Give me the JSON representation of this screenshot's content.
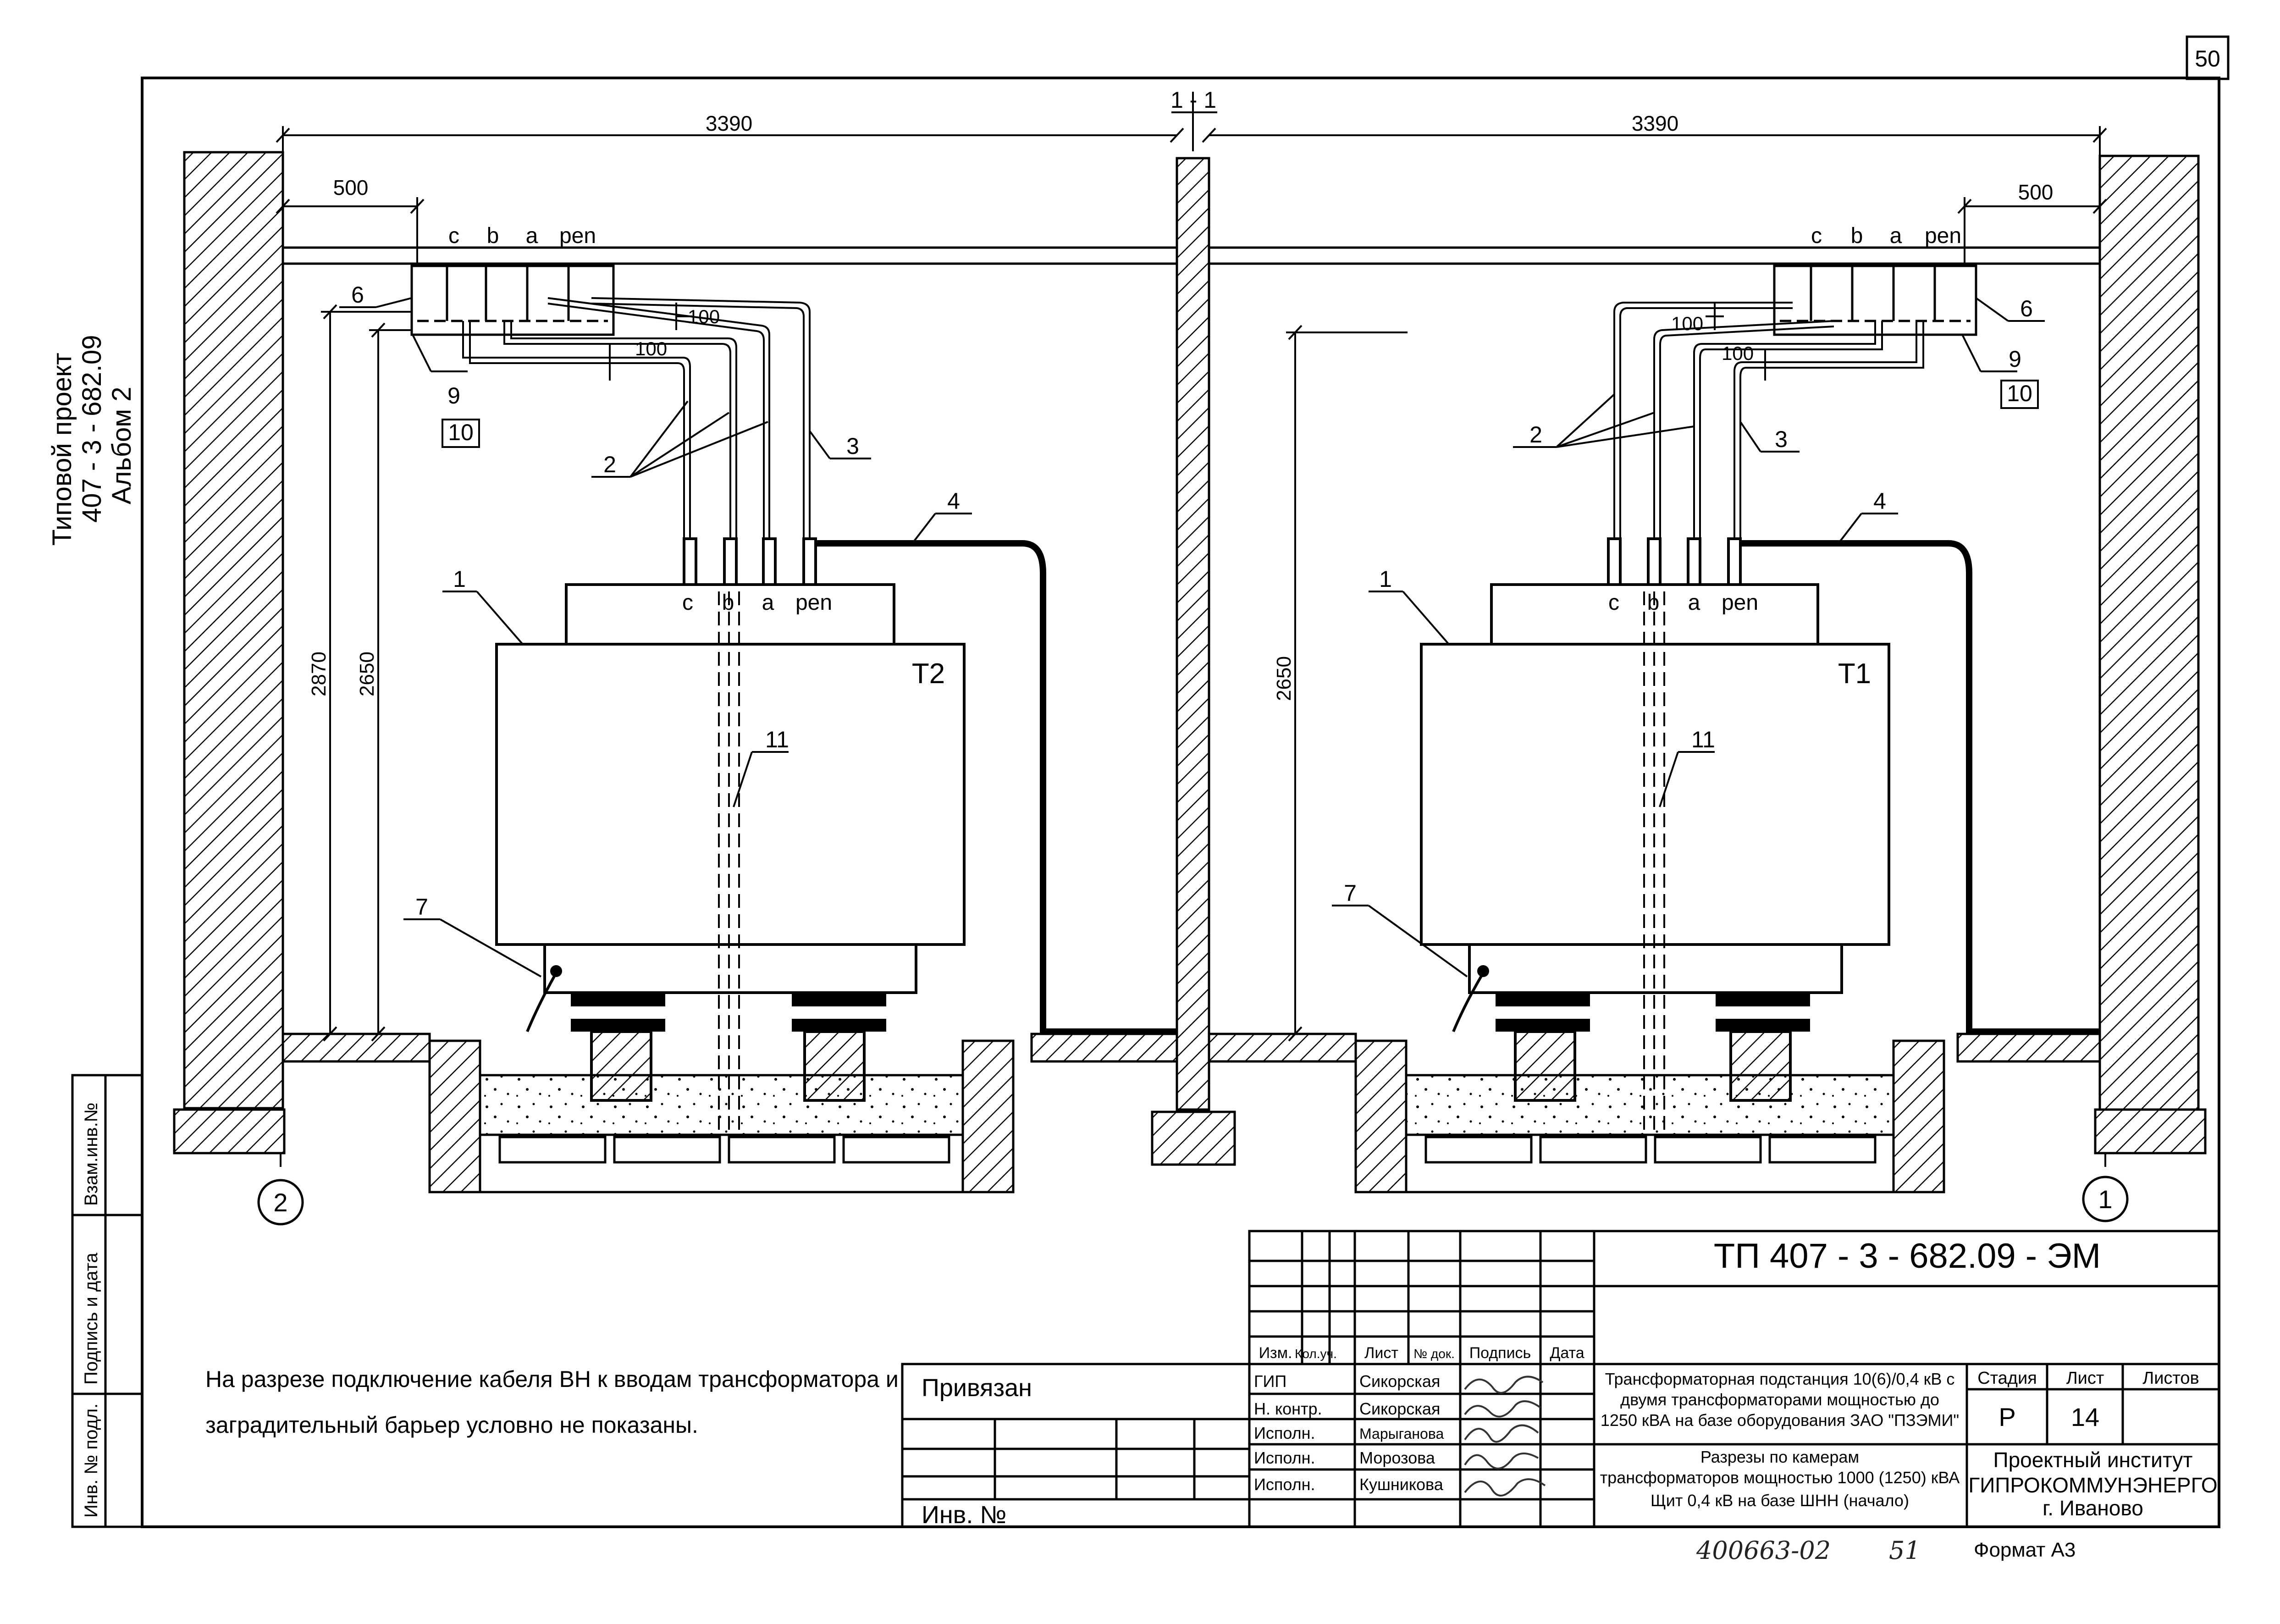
{
  "sheet": {
    "page_number": "50",
    "section_label": "1 - 1",
    "project_label": [
      "Типовой проект",
      "407 - 3 - 682.09",
      "Альбом 2"
    ],
    "left_stamp": [
      "Взам.инв.№",
      "Подпись и дата",
      "Инв. № подл."
    ]
  },
  "dimensions": {
    "left_width": "3390",
    "right_width": "3390",
    "left_offset": "500",
    "right_offset": "500",
    "height_2870": "2870",
    "height_2650": "2650",
    "right_height_2650": "2650",
    "gap_100": "100"
  },
  "axes": {
    "left": "2",
    "right": "1"
  },
  "transformers": {
    "left": {
      "name": "T2",
      "phases": [
        "c",
        "b",
        "a",
        "pen"
      ],
      "busbar_phases": [
        "c",
        "b",
        "a",
        "pen"
      ]
    },
    "right": {
      "name": "T1",
      "phases": [
        "c",
        "b",
        "a",
        "pen"
      ],
      "busbar_phases": [
        "c",
        "b",
        "a",
        "pen"
      ]
    }
  },
  "callouts": {
    "n1": "1",
    "n2": "2",
    "n3": "3",
    "n4": "4",
    "n6": "6",
    "n7": "7",
    "n9": "9",
    "n10": "10",
    "n11": "11"
  },
  "note": [
    "На разрезе подключение кабеля ВН к вводам трансформатора и",
    "заградительный барьер условно не показаны."
  ],
  "privyazan": {
    "label": "Привязан",
    "inv_label": "Инв. №"
  },
  "title_block": {
    "doc_code": "ТП  407 - 3 - 682.09 - ЭМ",
    "headers": [
      "Изм.",
      "Кол.уч.",
      "Лист",
      "№ док.",
      "Подпись",
      "Дата"
    ],
    "people": [
      {
        "role": "ГИП",
        "name": "Сикорская"
      },
      {
        "role": "Н. контр.",
        "name": "Сикорская"
      },
      {
        "role": "Исполн.",
        "name": "Марыганова"
      },
      {
        "role": "Исполн.",
        "name": "Морозова"
      },
      {
        "role": "Исполн.",
        "name": "Кушникова"
      }
    ],
    "title1": [
      "Трансформаторная подстанция 10(6)/0,4 кВ с",
      "двумя трансформаторами мощностью до",
      "1250 кВА на базе оборудования ЗАО \"ПЗЭМИ\""
    ],
    "title2": [
      "Разрезы по камерам",
      "трансформаторов мощностью 1000 (1250) кВА",
      "Щит 0,4 кВ на базе ШНН (начало)"
    ],
    "stage_label": "Стадия",
    "sheet_label": "Лист",
    "sheets_label": "Листов",
    "stage": "Р",
    "sheet": "14",
    "sheets": "",
    "org": [
      "Проектный институт",
      "ГИПРОКОММУНЭНЕРГО",
      "г. Иваново"
    ]
  },
  "footer": {
    "handwritten_code": "400663-02",
    "handwritten_sheet": "51",
    "format": "Формат А3"
  }
}
